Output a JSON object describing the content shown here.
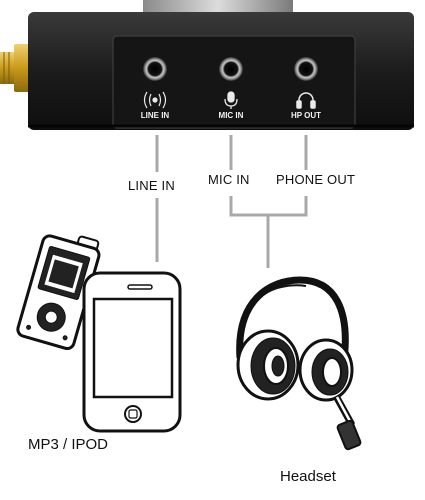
{
  "device": {
    "ports": [
      {
        "label": "LINE IN",
        "icon": "line-in-wave-icon"
      },
      {
        "label": "MIC IN",
        "icon": "microphone-icon"
      },
      {
        "label": "HP OUT",
        "icon": "headphones-icon"
      }
    ]
  },
  "connectors": {
    "line_in": "LINE IN",
    "mic_in": "MIC IN",
    "phone_out": "PHONE OUT"
  },
  "sources": {
    "mp3_ipod": "MP3 / IPOD",
    "headset": "Headset"
  },
  "colors": {
    "device_body": "#1c1c1c",
    "gold_plug": "#d4a520",
    "connector_line": "#a8a8a8",
    "outline": "#111111"
  }
}
